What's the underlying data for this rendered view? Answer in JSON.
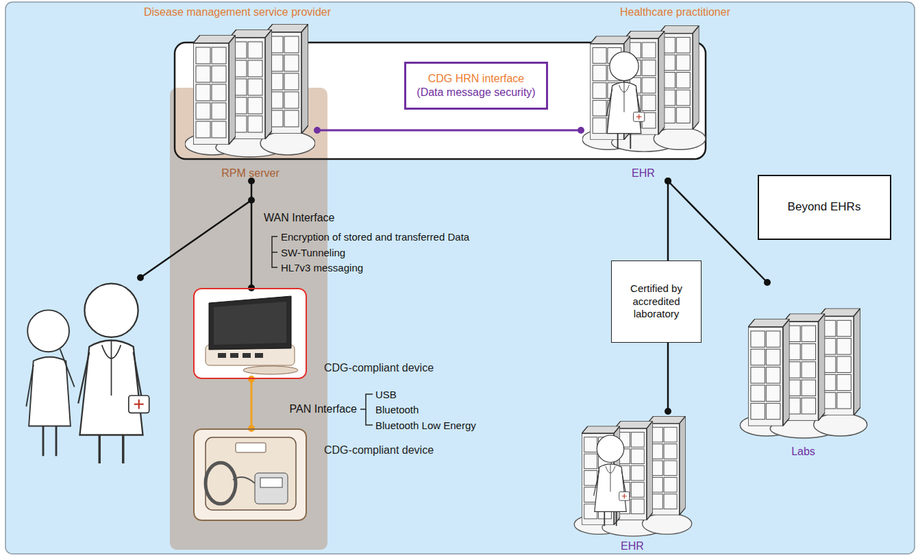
{
  "diagram": {
    "nodes": [
      {
        "text": [
          "RPM server"
        ]
      },
      {
        "text": [
          "CDG HRN interface",
          "(Data message security)"
        ]
      },
      {
        "text": [
          "EHR"
        ]
      },
      {
        "text": [
          "CDG-compliant device"
        ]
      },
      {
        "text": [
          "CDG-compliant device"
        ]
      },
      {
        "text": [
          "Certified by accredited laboratory"
        ]
      },
      {
        "text": [
          "Beyond EHRs"
        ]
      },
      {
        "text": [
          "EHR"
        ]
      },
      {
        "text": [
          "Labs"
        ]
      }
    ],
    "edges": [
      {
        "from": 0,
        "to": 2,
        "arrow": "none"
      },
      {
        "from": 0,
        "to": 3,
        "arrow": "none"
      },
      {
        "from": 3,
        "to": 4,
        "arrow": "none"
      },
      {
        "from": 2,
        "to": 5,
        "arrow": "none"
      },
      {
        "from": 5,
        "to": 7,
        "arrow": "none"
      },
      {
        "from": 2,
        "to": 8,
        "arrow": "none"
      }
    ],
    "labels": [
      "Disease management service provider",
      "Healthcare practitioner",
      "WAN Interface",
      "Encryption of stored and transferred Data",
      "SW-Tunneling",
      "HL7v3 messaging",
      "PAN Interface",
      "USB",
      "Bluetooth",
      "Bluetooth Low Energy"
    ]
  }
}
